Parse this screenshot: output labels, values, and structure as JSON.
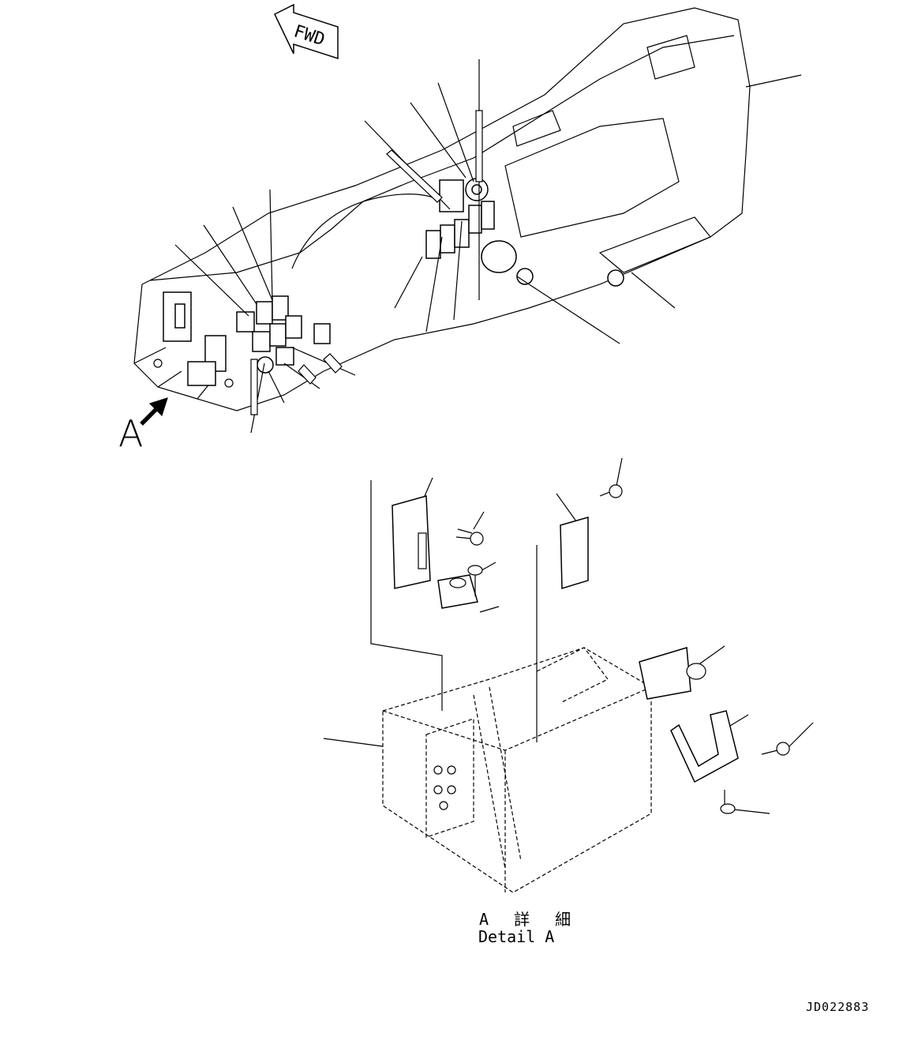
{
  "drawing": {
    "fwd_label": "FWD",
    "view_callout": "A",
    "detail_title_jp": "A 詳 細",
    "detail_title_en": "Detail A",
    "drawing_number": "JD022883"
  },
  "colors": {
    "line": "#000000",
    "background": "#ffffff"
  }
}
